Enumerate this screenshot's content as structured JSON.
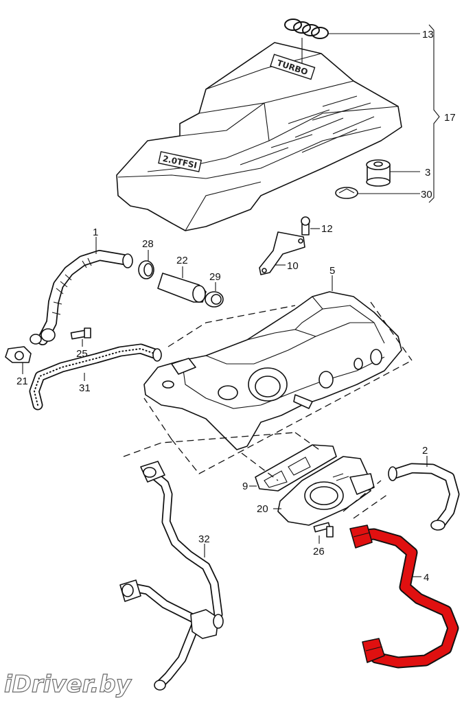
{
  "callouts": [
    {
      "id": "c13",
      "text": "13"
    },
    {
      "id": "c17",
      "text": "17"
    },
    {
      "id": "c3",
      "text": "3"
    },
    {
      "id": "c30",
      "text": "30"
    },
    {
      "id": "c12",
      "text": "12"
    },
    {
      "id": "c10",
      "text": "10"
    },
    {
      "id": "c1",
      "text": "1"
    },
    {
      "id": "c28",
      "text": "28"
    },
    {
      "id": "c22",
      "text": "22"
    },
    {
      "id": "c29",
      "text": "29"
    },
    {
      "id": "c5",
      "text": "5"
    },
    {
      "id": "c25",
      "text": "25"
    },
    {
      "id": "c21",
      "text": "21"
    },
    {
      "id": "c31",
      "text": "31"
    },
    {
      "id": "c2",
      "text": "2"
    },
    {
      "id": "c9",
      "text": "9"
    },
    {
      "id": "c20",
      "text": "20"
    },
    {
      "id": "c26",
      "text": "26"
    },
    {
      "id": "c4",
      "text": "4"
    },
    {
      "id": "c32",
      "text": "32"
    }
  ],
  "cover_badges": {
    "turbo": "TURBO",
    "tfsi": "2.0TFSI"
  },
  "watermark": "iDriver.by",
  "colors": {
    "highlight": "#e01010",
    "line": "#111111",
    "background": "#ffffff"
  }
}
